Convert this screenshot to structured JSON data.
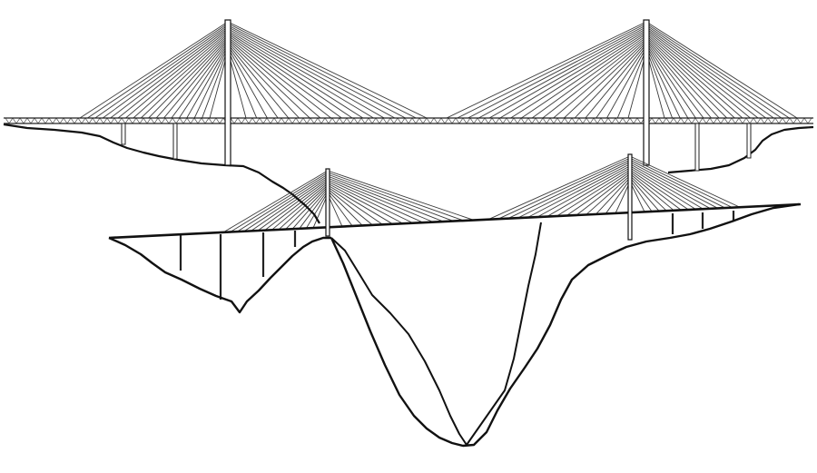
{
  "diagram": {
    "colors": {
      "background": "#ffffff",
      "ink": "#111111",
      "cable": "#3a3a3a",
      "deck": "#222222"
    },
    "bridges": [
      {
        "name": "upper-bridge",
        "towers": 2,
        "cable_fans_per_side": 18
      },
      {
        "name": "lower-bridge",
        "towers": 2,
        "cable_fans_per_side": 14
      }
    ]
  }
}
